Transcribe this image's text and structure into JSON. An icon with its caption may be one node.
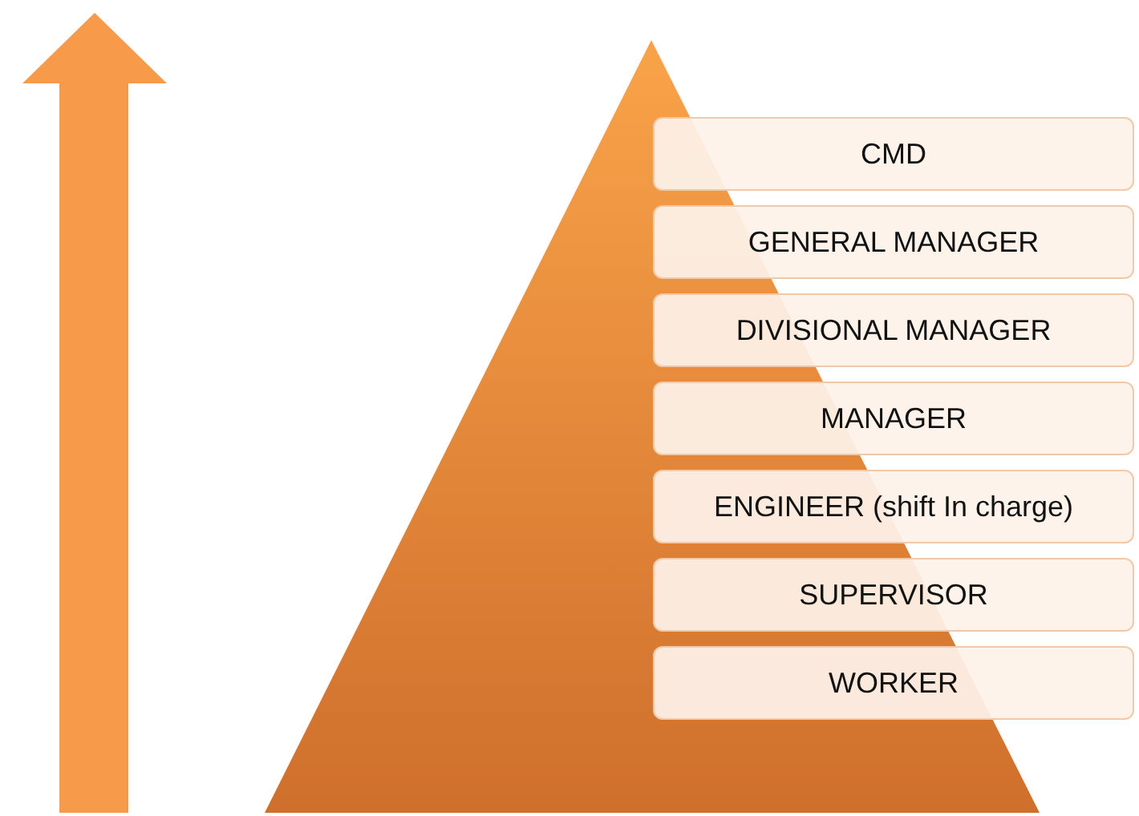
{
  "diagram": {
    "nodes": [
      {
        "text": [
          "CMD"
        ]
      },
      {
        "text": [
          "GENERAL MANAGER"
        ]
      },
      {
        "text": [
          "DIVISIONAL MANAGER"
        ]
      },
      {
        "text": [
          "MANAGER"
        ]
      },
      {
        "text": [
          "ENGINEER (shift In charge)"
        ]
      },
      {
        "text": [
          "SUPERVISOR"
        ]
      },
      {
        "text": [
          "WORKER"
        ]
      }
    ]
  }
}
